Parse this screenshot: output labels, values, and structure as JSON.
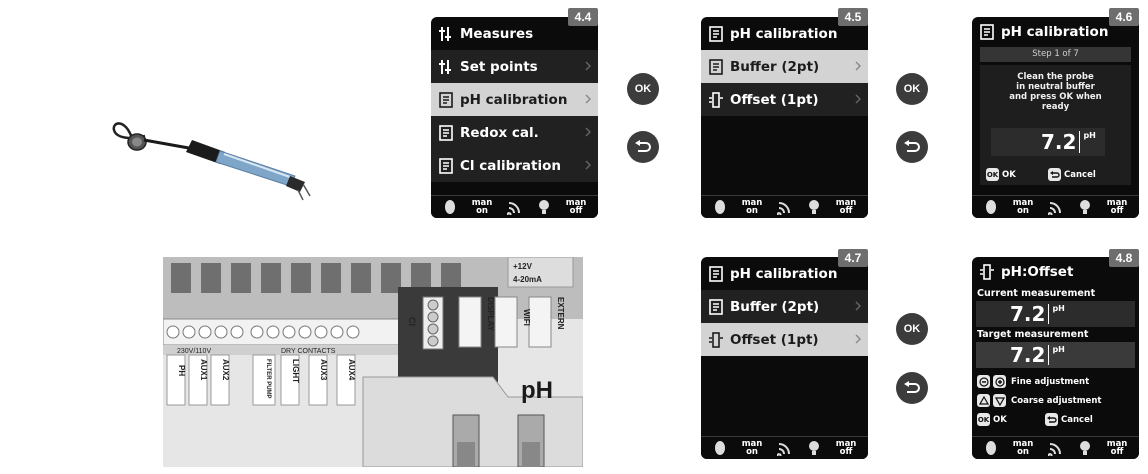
{
  "screens": {
    "s44": {
      "badge": "4.4",
      "title": "Measures",
      "items": [
        "Set points",
        "pH calibration",
        "Redox cal.",
        "Cl calibration"
      ]
    },
    "s45": {
      "badge": "4.5",
      "title": "pH calibration",
      "items": [
        "Buffer (2pt)",
        "Offset (1pt)"
      ]
    },
    "s46": {
      "badge": "4.6",
      "title": "pH calibration",
      "step": "Step 1 of 7",
      "instruction": [
        "Clean the probe",
        "in neutral buffer",
        "and press OK when",
        "ready"
      ],
      "value": "7.2",
      "unit": "pH",
      "ok_key": "OK",
      "ok_label": "OK",
      "cancel_label": "Cancel"
    },
    "s47": {
      "badge": "4.7",
      "title": "pH calibration",
      "items": [
        "Buffer (2pt)",
        "Offset (1pt)"
      ]
    },
    "s48": {
      "badge": "4.8",
      "title": "pH:Offset",
      "current_label": "Current measurement",
      "current_value": "7.2",
      "target_label": "Target measurement",
      "target_value": "7.2",
      "unit": "pH",
      "fine_label": "Fine adjustment",
      "coarse_label": "Coarse adjustment",
      "ok_key": "OK",
      "ok_label": "OK",
      "cancel_label": "Cancel"
    }
  },
  "footer": {
    "man_on": [
      "man",
      "on"
    ],
    "man_off": [
      "man",
      "off"
    ]
  },
  "nav": {
    "ok": "OK"
  },
  "board": {
    "ph_label": "pH",
    "voltage_label": "230V/110V",
    "dry_contacts_label": "DRY CONTACTS",
    "terminals": [
      "PH",
      "AUX1",
      "AUX2",
      "FILTER PUMP",
      "LIGHT",
      "AUX3",
      "AUX4"
    ],
    "connectors": [
      "+12V",
      "4-20mA",
      "DISPLAY",
      "WIFI",
      "EXTERN",
      "Cl"
    ]
  }
}
